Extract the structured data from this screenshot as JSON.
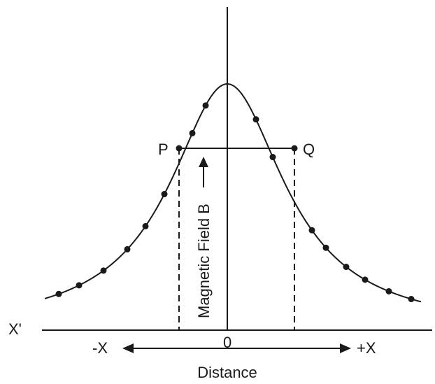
{
  "diagram": {
    "point_p": "P",
    "point_q": "Q",
    "origin_label": "0",
    "x_prime_label": "X'",
    "neg_x_label": "-X",
    "pos_x_label": "+X",
    "distance_label": "Distance",
    "field_label": "Magnetic Field B"
  },
  "chart_data": {
    "type": "line",
    "title": "",
    "xlabel": "Distance",
    "ylabel": "Magnetic Field B",
    "curve": "bell-shaped",
    "markers": "filled dots",
    "colors": {
      "ink": "#1a1a1a",
      "background": "#ffffff"
    }
  }
}
